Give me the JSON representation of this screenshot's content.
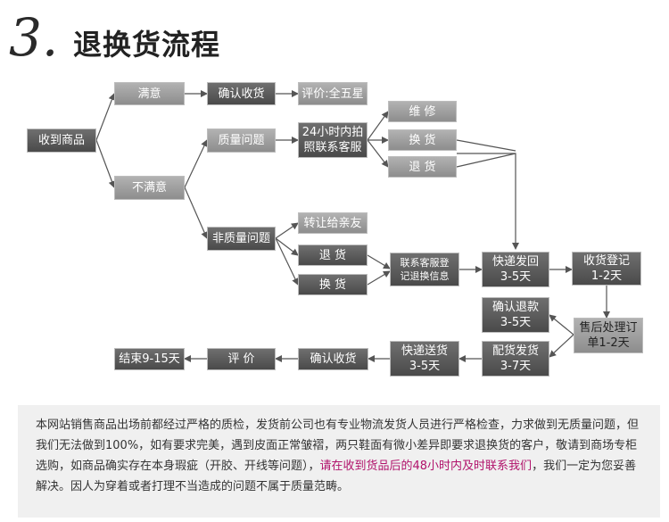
{
  "title": {
    "number": "3.",
    "text": "退换货流程"
  },
  "nodes": {
    "receive": "收到商品",
    "satisfied": "满意",
    "confirm_receipt_top": "确认收货",
    "rating_five": "评价:全五星",
    "unsatisfied": "不满意",
    "quality_issue": "质量问题",
    "photo_contact": "24小时内拍\n照联系客服",
    "repair": "维  修",
    "exchange_q": "换  货",
    "return_q": "退  货",
    "non_quality": "非质量问题",
    "transfer": "转让给亲友",
    "return_nq": "退  货",
    "exchange_nq": "换  货",
    "register_info": "联系客服登\n记退换信息",
    "express_back": "快递发回\n3-5天",
    "receipt_register": "收货登记\n1-2天",
    "aftersale": "售后处理订\n单1-2天",
    "confirm_refund": "确认退款\n3-5天",
    "ship_out": "配货发货\n3-7天",
    "express_deliver": "快递送货\n3-5天",
    "confirm_receipt_bottom": "确认收货",
    "rate": "评  价",
    "end": "结束9-15天"
  },
  "notice": {
    "text_before": "本网站销售商品出场前都经过严格的质检，发货前公司也有专业物流发货人员进行严格检查，力求做到无质量问题，但我们无法做到100%，如有要求完美，遇到皮面正常皱褶，两只鞋面有微小差异即要求退换货的客户，敬请到商场专柜选购，如商品确实存在本身瑕疵（开胶、开线等问题），",
    "highlight": "请在收到货品后的48小时内及时联系我们",
    "text_after": "，我们一定为您妥善解决。因人为穿着或者打理不当造成的问题不属于质量范畴。"
  },
  "colors": {
    "highlight": "#b1126b",
    "line": "#555555",
    "box_dark": "#555555",
    "box_light": "#a0a0a0"
  }
}
